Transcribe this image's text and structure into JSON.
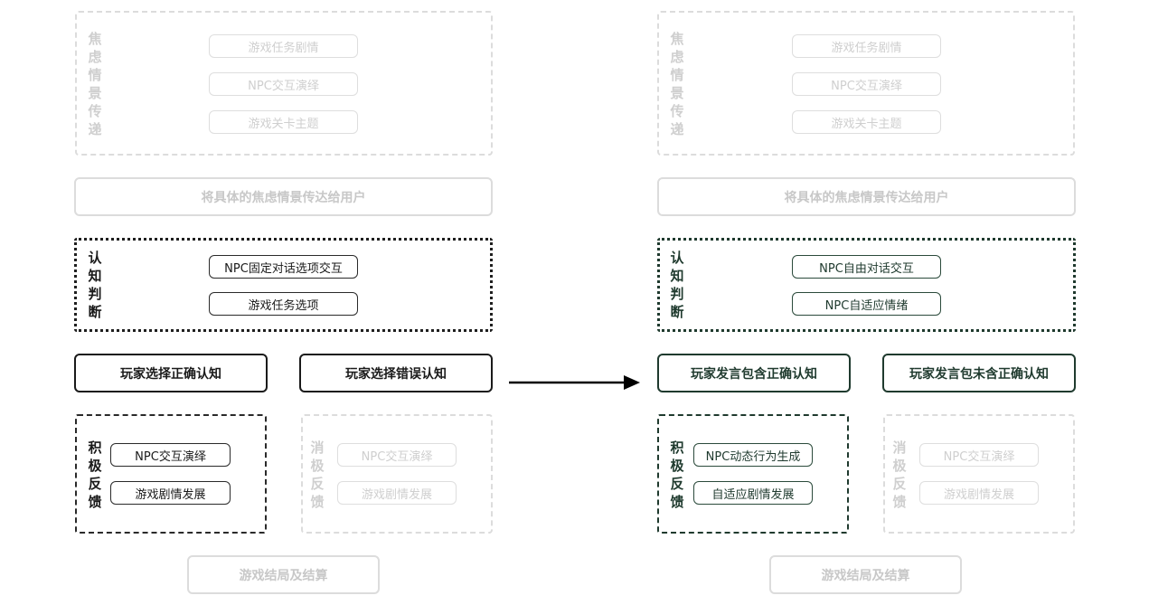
{
  "left": {
    "anxiety": {
      "label": [
        "焦",
        "虑",
        "情",
        "景",
        "传",
        "递"
      ],
      "items": [
        "游戏任务剧情",
        "NPC交互演绎",
        "游戏关卡主题"
      ]
    },
    "convey_bar": "将具体的焦虑情景传达给用户",
    "cognition": {
      "label": [
        "认",
        "知",
        "判",
        "断"
      ],
      "items": [
        "NPC固定对话选项交互",
        "游戏任务选项"
      ]
    },
    "choice_correct": "玩家选择正确认知",
    "choice_wrong": "玩家选择错误认知",
    "positive": {
      "label": [
        "积",
        "极",
        "反",
        "馈"
      ],
      "items": [
        "NPC交互演绎",
        "游戏剧情发展"
      ]
    },
    "negative": {
      "label": [
        "消",
        "极",
        "反",
        "馈"
      ],
      "items": [
        "NPC交互演绎",
        "游戏剧情发展"
      ]
    },
    "ending": "游戏结局及结算"
  },
  "right": {
    "anxiety": {
      "label": [
        "焦",
        "虑",
        "情",
        "景",
        "传",
        "递"
      ],
      "items": [
        "游戏任务剧情",
        "NPC交互演绎",
        "游戏关卡主题"
      ]
    },
    "convey_bar": "将具体的焦虑情景传达给用户",
    "cognition": {
      "label": [
        "认",
        "知",
        "判",
        "断"
      ],
      "items": [
        "NPC自由对话交互",
        "NPC自适应情绪"
      ]
    },
    "choice_correct": "玩家发言包含正确认知",
    "choice_wrong": "玩家发言包未含正确认知",
    "positive": {
      "label": [
        "积",
        "极",
        "反",
        "馈"
      ],
      "items": [
        "NPC动态行为生成",
        "自适应剧情发展"
      ]
    },
    "negative": {
      "label": [
        "消",
        "极",
        "反",
        "馈"
      ],
      "items": [
        "NPC交互演绎",
        "游戏剧情发展"
      ]
    },
    "ending": "游戏结局及结算"
  }
}
